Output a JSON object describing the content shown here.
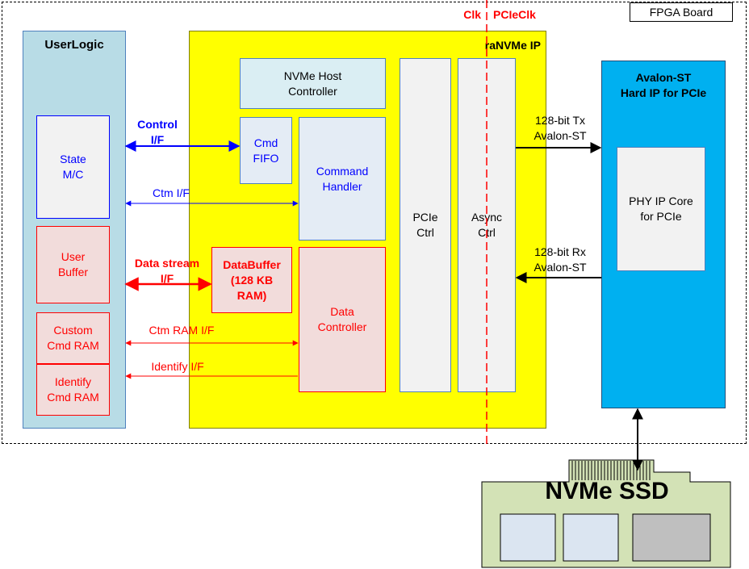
{
  "board": {
    "label": "FPGA Board"
  },
  "clock": {
    "clk": "Clk",
    "pcieclk": "PCIeClk"
  },
  "userlogic": {
    "title": "UserLogic",
    "state_mc": "State\nM/C",
    "user_buffer": "User\nBuffer",
    "custom_cmd_ram": "Custom\nCmd RAM",
    "identify_cmd_ram": "Identify\nCmd RAM"
  },
  "ip": {
    "title": "raNVMe IP",
    "host_controller": "NVMe Host\nController",
    "cmd_fifo": "Cmd\nFIFO",
    "command_handler": "Command\nHandler",
    "databuffer": "DataBuffer\n(128 KB\nRAM)",
    "data_controller": "Data\nController",
    "pcie_ctrl": "PCIe\nCtrl",
    "async_ctrl": "Async\nCtrl"
  },
  "interfaces": {
    "control": "Control\nI/F",
    "ctm": "Ctm I/F",
    "data_stream": "Data stream\nI/F",
    "ctm_ram": "Ctm RAM I/F",
    "identify": "Identify I/F",
    "tx": "128-bit Tx\nAvalon-ST",
    "rx": "128-bit Rx\nAvalon-ST"
  },
  "hardip": {
    "title": "Avalon-ST\nHard IP for PCIe",
    "phy": "PHY IP Core\nfor PCIe"
  },
  "ssd": {
    "label": "NVMe SSD"
  },
  "colors": {
    "yellow": "#ffff00",
    "userlogic_bg": "#b8dce6",
    "hardip_bg": "#00b0f0",
    "red": "#ff0000",
    "blue": "#0000ff",
    "ssd_green": "#d3e2b6",
    "block_red_bg": "#f2dcdb"
  }
}
